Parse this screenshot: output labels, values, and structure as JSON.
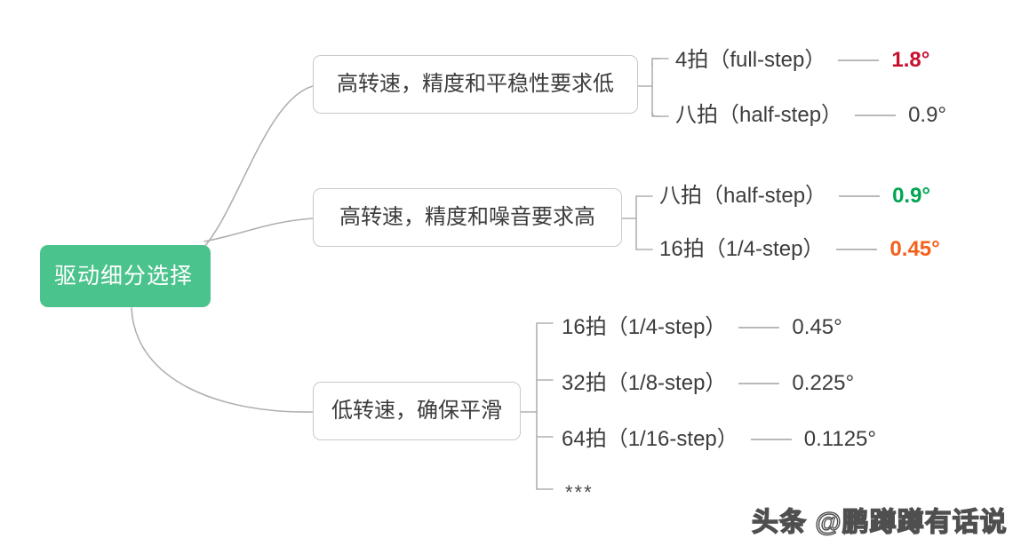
{
  "diagram": {
    "type": "mind-map",
    "root": {
      "label": "驱动细分选择",
      "color": "#4BC38C",
      "text_color": "#ffffff"
    },
    "branches": [
      {
        "label": "高转速，精度和平稳性要求低",
        "leaves": [
          {
            "title": "4拍（full-step）",
            "separator": "——",
            "value": "1.8°",
            "value_color": "#C8102E",
            "highlight": true
          },
          {
            "title": "八拍（half-step）",
            "separator": "——",
            "value": "0.9°",
            "value_color": "#3c3c3c",
            "highlight": false
          }
        ]
      },
      {
        "label": "高转速，精度和噪音要求高",
        "leaves": [
          {
            "title": "八拍（half-step）",
            "separator": "——",
            "value": "0.9°",
            "value_color": "#00A551",
            "highlight": true
          },
          {
            "title": "16拍（1/4-step）",
            "separator": "——",
            "value": "0.45°",
            "value_color": "#F4601A",
            "highlight": true
          }
        ]
      },
      {
        "label": "低转速，确保平滑",
        "leaves": [
          {
            "title": "16拍（1/4-step）",
            "separator": "——",
            "value": "0.45°",
            "value_color": "#3c3c3c",
            "highlight": false
          },
          {
            "title": "32拍（1/8-step）",
            "separator": "——",
            "value": "0.225°",
            "value_color": "#3c3c3c",
            "highlight": false
          },
          {
            "title": "64拍（1/16-step）",
            "separator": "——",
            "value": "0.1125°",
            "value_color": "#3c3c3c",
            "highlight": false
          },
          {
            "title": "***",
            "separator": "",
            "value": "",
            "value_color": "#4a4a4a",
            "highlight": false
          }
        ]
      }
    ],
    "colors": {
      "root_fill": "#4BC38C",
      "node_border": "#c9c9c9",
      "connector": "#b0b0b0",
      "text": "#3c3c3c",
      "accent_red": "#C8102E",
      "accent_green": "#00A551",
      "accent_orange": "#F4601A"
    }
  },
  "watermark": {
    "text": "头条 @鹏蹲蹲有话说"
  }
}
